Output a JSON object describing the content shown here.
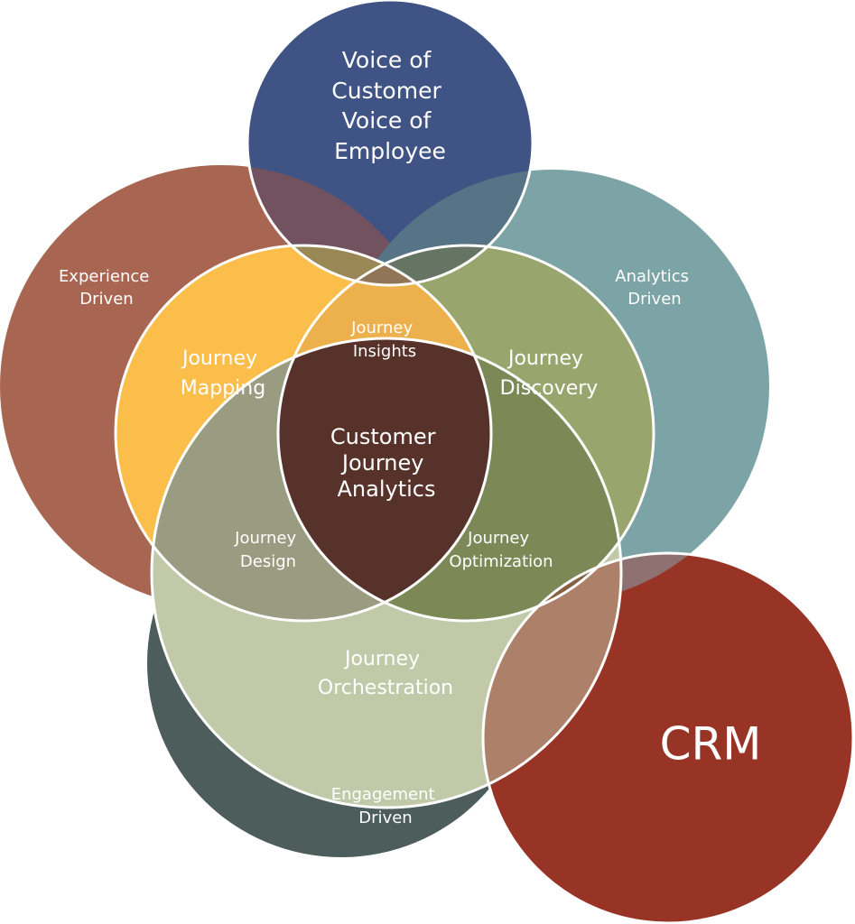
{
  "colors": {
    "experience": "#A86652",
    "analytics": "#7CA3A5",
    "voice": "#3F5385",
    "engagement": "#4C5D5B",
    "crm": "#983425",
    "mapping": "#FBBE4B",
    "discovery": "#98A66D",
    "orchestration": "#C2C9A8",
    "insights": "#ECB14C",
    "design": "#9A9C82",
    "optimization": "#7C8957",
    "center": "#57322A",
    "experience_voice": "#735260",
    "analytics_voice": "#567486",
    "voice_mapping": "#9A8756",
    "voice_discovery": "#667563",
    "voice_insights": "#907556",
    "crm_analytics": "#8E7170",
    "crm_engagement": "#6E4841",
    "crm_discovery": "#8C6041",
    "crm_orchestration": "#AD8069",
    "crm_optimization": "#866042"
  },
  "labels": {
    "voice": [
      "Voice of",
      "Customer",
      "Voice of",
      "Employee"
    ],
    "experience": [
      "Experience",
      "Driven"
    ],
    "analytics": [
      "Analytics",
      "Driven"
    ],
    "mapping": [
      "Journey",
      "Mapping"
    ],
    "discovery": [
      "Journey",
      "Discovery"
    ],
    "insights": [
      "Journey",
      "Insights"
    ],
    "center": [
      "Customer",
      "Journey",
      "Analytics"
    ],
    "design": [
      "Journey",
      "Design"
    ],
    "optimization": [
      "Journey",
      "Optimization"
    ],
    "orchestration": [
      "Journey",
      "Orchestration"
    ],
    "engagement": [
      "Engagement",
      "Driven"
    ],
    "crm": "CRM"
  }
}
